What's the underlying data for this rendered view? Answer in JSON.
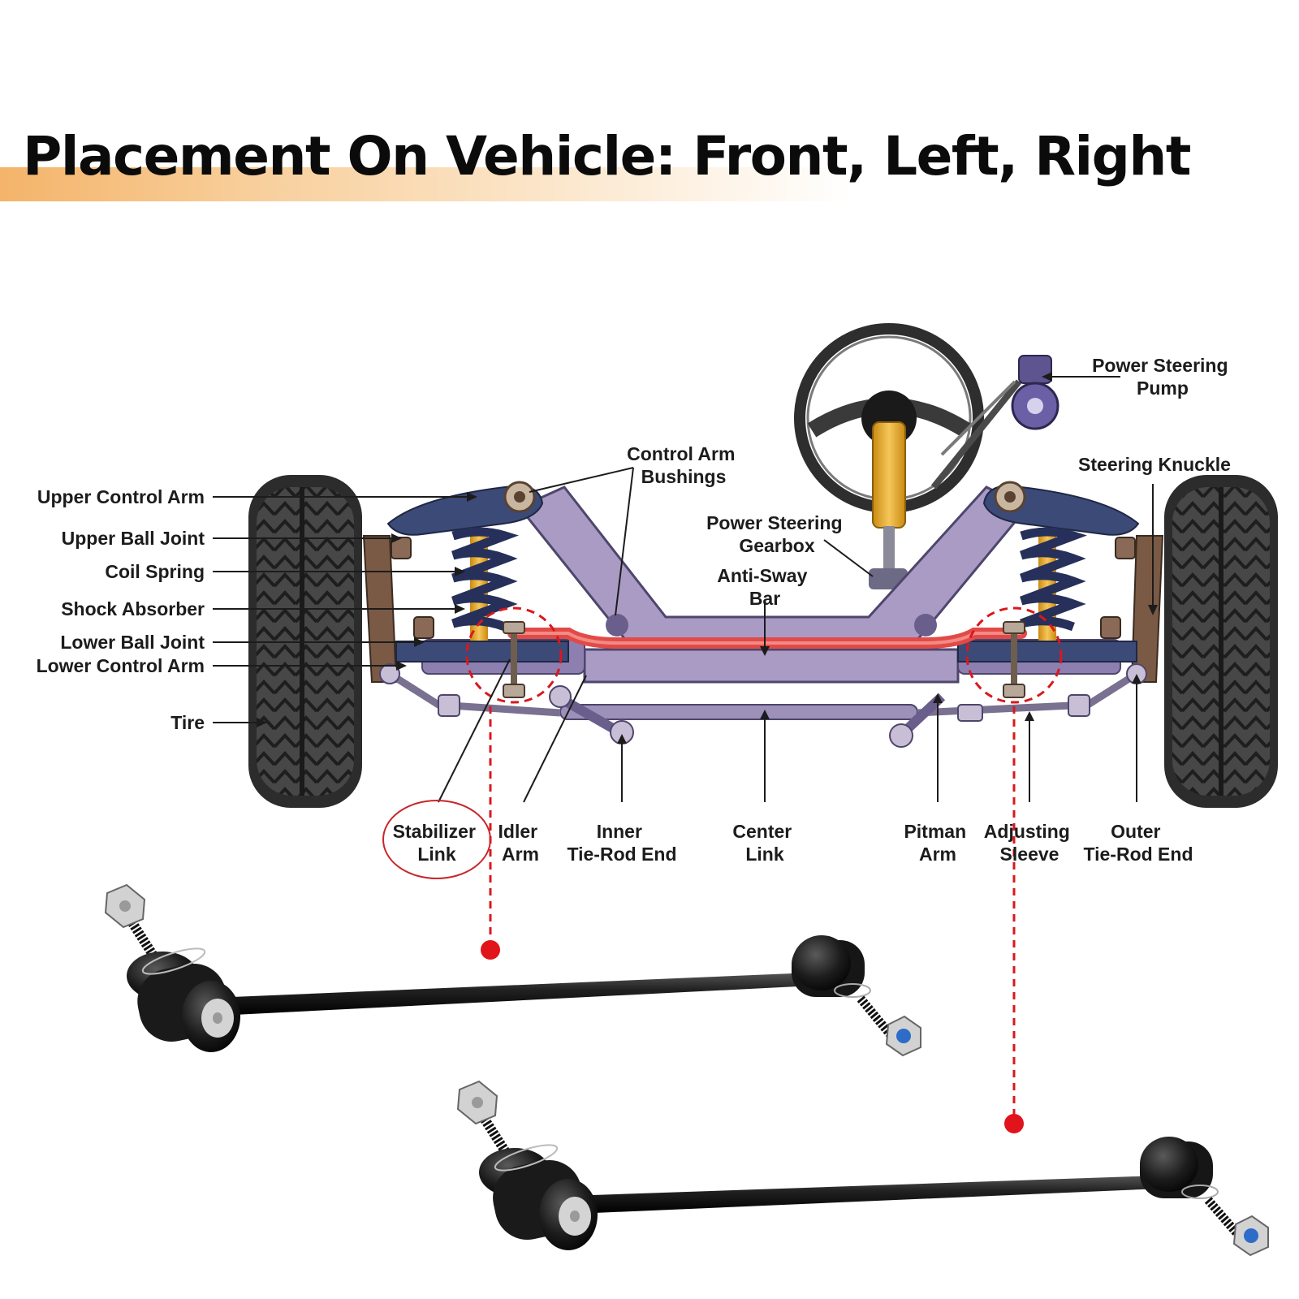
{
  "title": "Placement On Vehicle: Front, Left, Right",
  "labels": {
    "upper_control_arm": "Upper Control Arm",
    "upper_ball_joint": "Upper Ball Joint",
    "coil_spring": "Coil Spring",
    "shock_absorber": "Shock Absorber",
    "lower_ball_joint": "Lower Ball Joint",
    "lower_control_arm": "Lower Control Arm",
    "tire": "Tire",
    "control_arm_bushings": [
      "Control Arm",
      "Bushings"
    ],
    "power_steering_gearbox": [
      "Power Steering",
      "Gearbox"
    ],
    "anti_sway_bar": [
      "Anti-Sway",
      "Bar"
    ],
    "power_steering_pump": [
      "Power Steering",
      "Pump"
    ],
    "steering_knuckle": "Steering Knuckle",
    "stabilizer_link": [
      "Stabilizer",
      "Link"
    ],
    "idler_arm": [
      "Idler",
      "Arm"
    ],
    "inner_tie_rod_end": [
      "Inner",
      "Tie-Rod End"
    ],
    "center_link": [
      "Center",
      "Link"
    ],
    "pitman_arm": [
      "Pitman",
      "Arm"
    ],
    "adjusting_sleeve": [
      "Adjusting",
      "Sleeve"
    ],
    "outer_tie_rod_end": [
      "Outer",
      "Tie-Rod End"
    ]
  },
  "colors": {
    "highlight_red": "#d9181e",
    "frame_purple": "#a99bc4",
    "arm_navy": "#3c4a78",
    "spring_navy": "#26305a",
    "shock_orange": "#eea21c",
    "tire_dark": "#3a3a3a",
    "title_band": "#f4b46a"
  }
}
